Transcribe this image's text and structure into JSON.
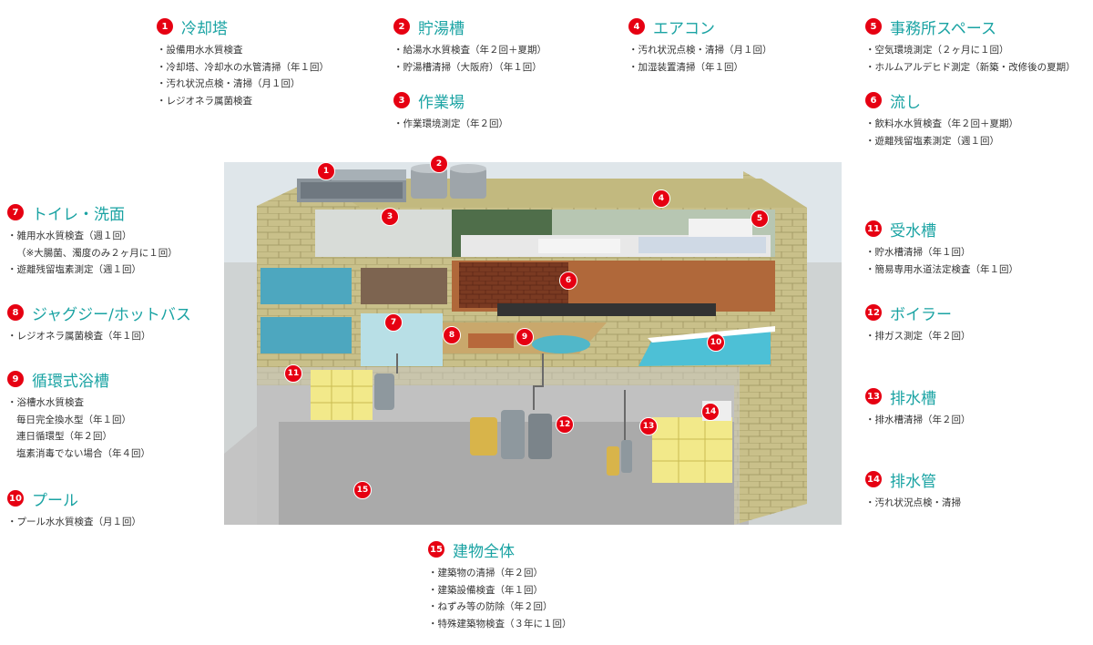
{
  "items": [
    {
      "num": "1",
      "title": "冷却塔",
      "lines": [
        "設備用水水質検査",
        "冷却塔、冷却水の水管清掃（年１回）",
        "汚れ状況点検・清掃（月１回）",
        "レジオネラ属菌検査"
      ]
    },
    {
      "num": "2",
      "title": "貯湯槽",
      "lines": [
        "給湯水水質検査（年２回＋夏期）",
        "貯湯槽清掃（大阪府）（年１回）"
      ]
    },
    {
      "num": "3",
      "title": "作業場",
      "lines": [
        "作業環境測定（年２回）"
      ]
    },
    {
      "num": "4",
      "title": "エアコン",
      "lines": [
        "汚れ状況点検・清掃（月１回）",
        "加湿装置清掃（年１回）"
      ]
    },
    {
      "num": "5",
      "title": "事務所スペース",
      "lines": [
        "空気環境測定（２ヶ月に１回）",
        "ホルムアルデヒド測定（新築・改修後の夏期）"
      ]
    },
    {
      "num": "6",
      "title": "流し",
      "lines": [
        "飲料水水質検査（年２回＋夏期）",
        "遊離残留塩素測定（週１回）"
      ]
    },
    {
      "num": "7",
      "title": "トイレ・洗面",
      "lines": [
        "雑用水水質検査（週１回）",
        "（※大腸菌、濁度のみ２ヶ月に１回）",
        "遊離残留塩素測定（週１回）"
      ]
    },
    {
      "num": "8",
      "title": "ジャグジー/ホットバス",
      "lines": [
        "レジオネラ属菌検査（年１回）"
      ]
    },
    {
      "num": "9",
      "title": "循環式浴槽",
      "lines": [
        "浴槽水水質検査",
        "毎日完全換水型（年１回）",
        "連日循環型（年２回）",
        "塩素消毒でない場合（年４回）"
      ]
    },
    {
      "num": "10",
      "title": "プール",
      "lines": [
        "プール水水質検査（月１回）"
      ]
    },
    {
      "num": "11",
      "title": "受水槽",
      "lines": [
        "貯水槽清掃（年１回）",
        "簡易専用水道法定検査（年１回）"
      ]
    },
    {
      "num": "12",
      "title": "ボイラー",
      "lines": [
        "排ガス測定（年２回）"
      ]
    },
    {
      "num": "13",
      "title": "排水槽",
      "lines": [
        "排水槽清掃（年２回）"
      ]
    },
    {
      "num": "14",
      "title": "排水管",
      "lines": [
        "汚れ状況点検・清掃"
      ]
    },
    {
      "num": "15",
      "title": "建物全体",
      "lines": [
        "建築物の清掃（年２回）",
        "建築設備検査（年１回）",
        "ねずみ等の防除（年２回）",
        "特殊建築物検査（３年に１回）"
      ]
    }
  ],
  "markers": [
    "1",
    "2",
    "3",
    "4",
    "5",
    "6",
    "7",
    "8",
    "9",
    "10",
    "11",
    "12",
    "13",
    "14",
    "15"
  ],
  "colors": {
    "accent": "#1aa3a3",
    "marker": "#e60012"
  }
}
